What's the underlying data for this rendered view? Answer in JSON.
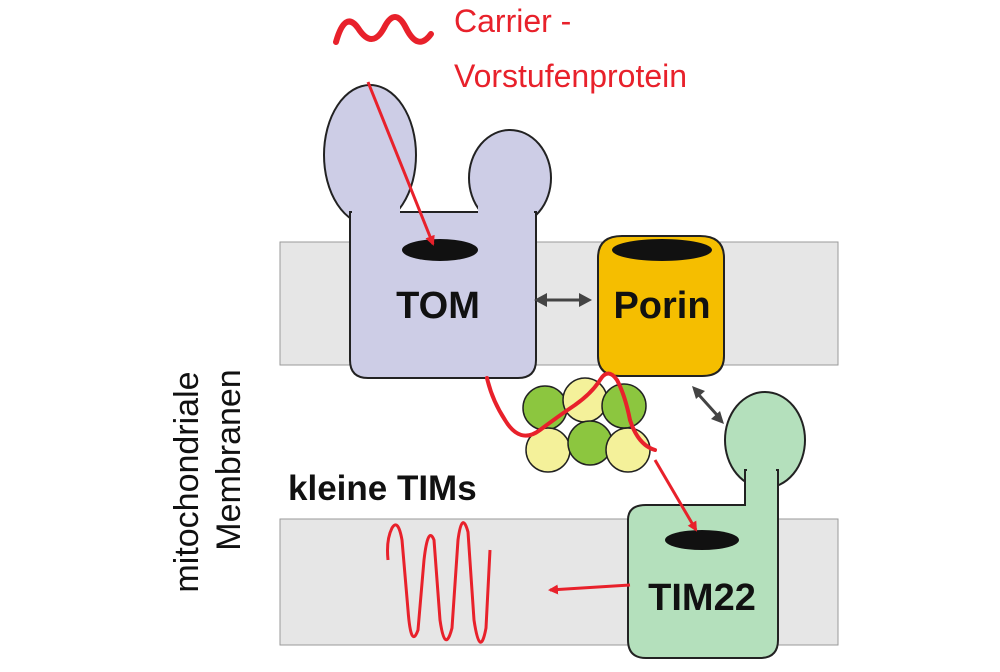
{
  "carrier": {
    "line1": "Carrier -",
    "line2": "Vorstufenprotein"
  },
  "labels": {
    "tom": "TOM",
    "porin": "Porin",
    "tim22": "TIM22",
    "small_tims": "kleine TIMs"
  },
  "side_label": {
    "line1": "mitochondriale",
    "line2": "Membranen"
  },
  "colors": {
    "membrane": "#e6e6e6",
    "tom": "#cdcde6",
    "porin": "#f5be00",
    "tim22": "#b4e0bc",
    "small_tim_green": "#8cc63f",
    "small_tim_yellow": "#f4f19a",
    "protein": "#e8212b",
    "exchange_arrow": "#444444"
  }
}
